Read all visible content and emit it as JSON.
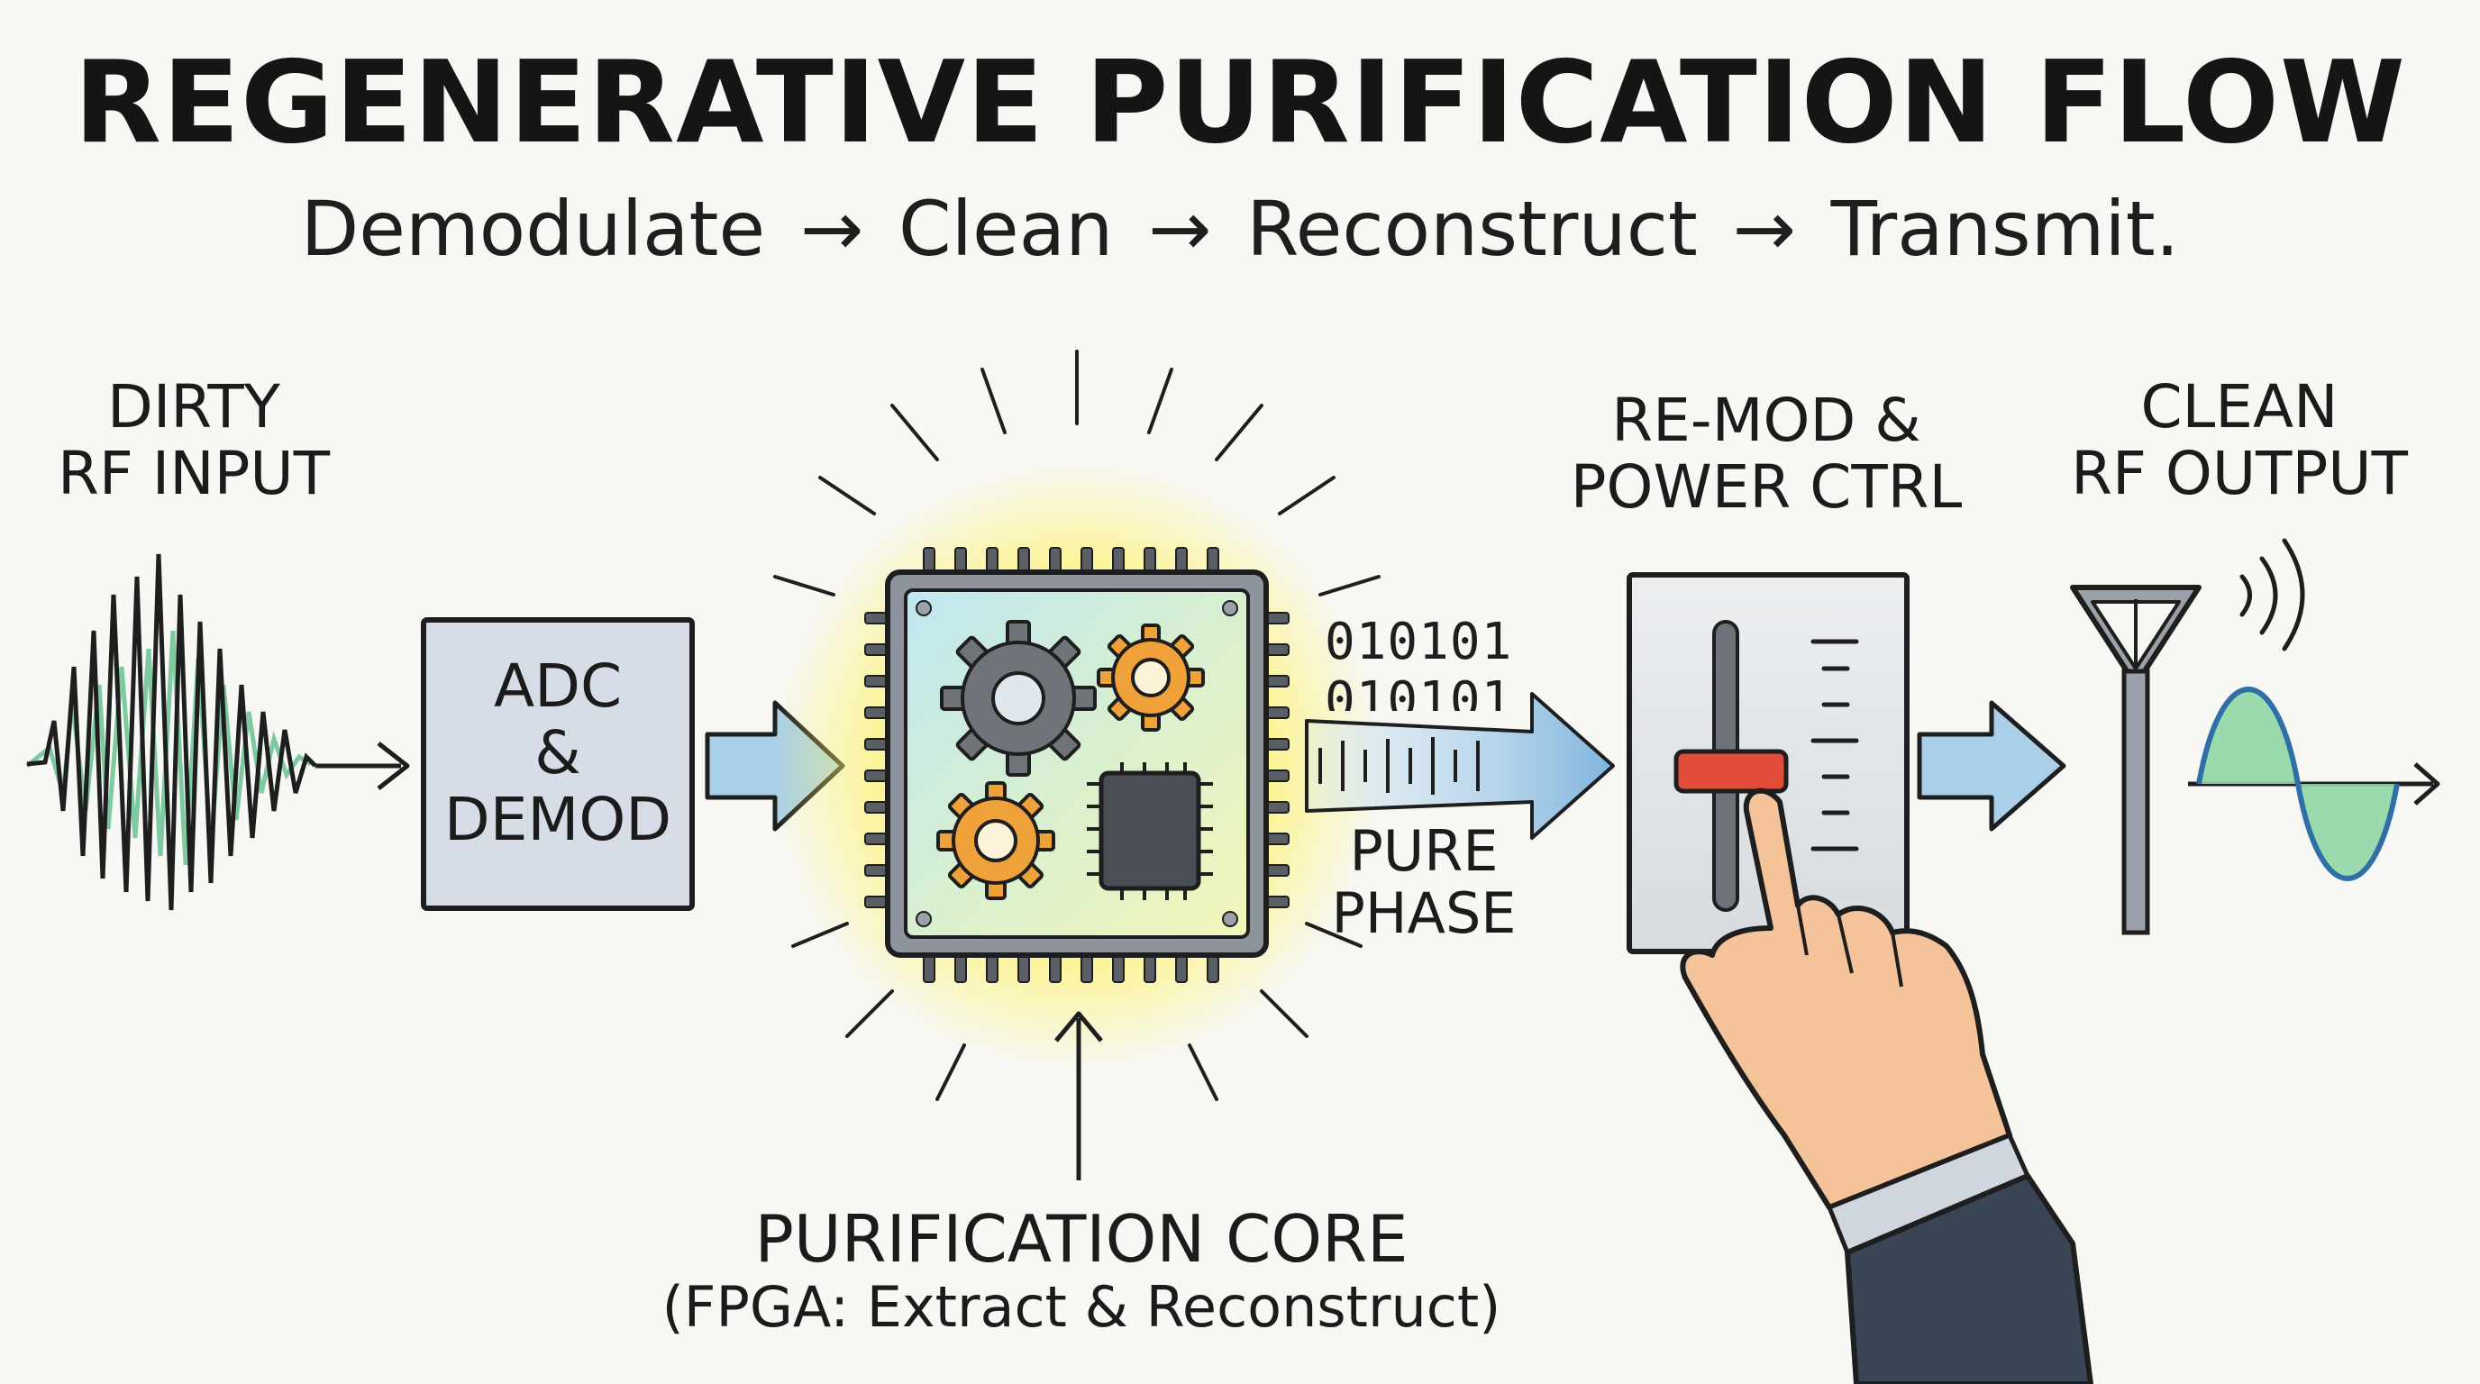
{
  "title": "REGENERATIVE PURIFICATION FLOW",
  "subtitle": {
    "steps": [
      "Demodulate",
      "Clean",
      "Reconstruct",
      "Transmit."
    ],
    "separator": "→"
  },
  "stages": {
    "dirty_input": {
      "line1": "DIRTY",
      "line2": "RF INPUT"
    },
    "adc": {
      "line1": "ADC",
      "line2": "&",
      "line3": "DEMOD"
    },
    "core": {
      "line1": "PURIFICATION CORE",
      "line2": "(FPGA: Extract & Reconstruct)"
    },
    "bits": {
      "row1": "010101",
      "row2": "010101"
    },
    "pure_phase": {
      "line1": "PURE",
      "line2": "PHASE"
    },
    "remod": {
      "line1": "RE-MOD &",
      "line2": "POWER CTRL"
    },
    "clean_output": {
      "line1": "CLEAN",
      "line2": "RF OUTPUT"
    }
  },
  "icons": [
    "noisy-waveform-icon",
    "chip-icon",
    "gear-icon",
    "microchip-icon",
    "slider-fader-icon",
    "hand-icon",
    "antenna-icon",
    "radio-waves-icon",
    "sine-wave-icon",
    "arrow-icon"
  ],
  "colors": {
    "arrow_fill": "#a9cfe9",
    "box_fill": "#d6dde6",
    "glow": "#fff36a",
    "gear_orange": "#f0a23a",
    "gear_gray": "#6f747a",
    "knob_red": "#e04b3a",
    "wave_green": "#8fd6a4",
    "wave_blue": "#2d6fa6"
  }
}
